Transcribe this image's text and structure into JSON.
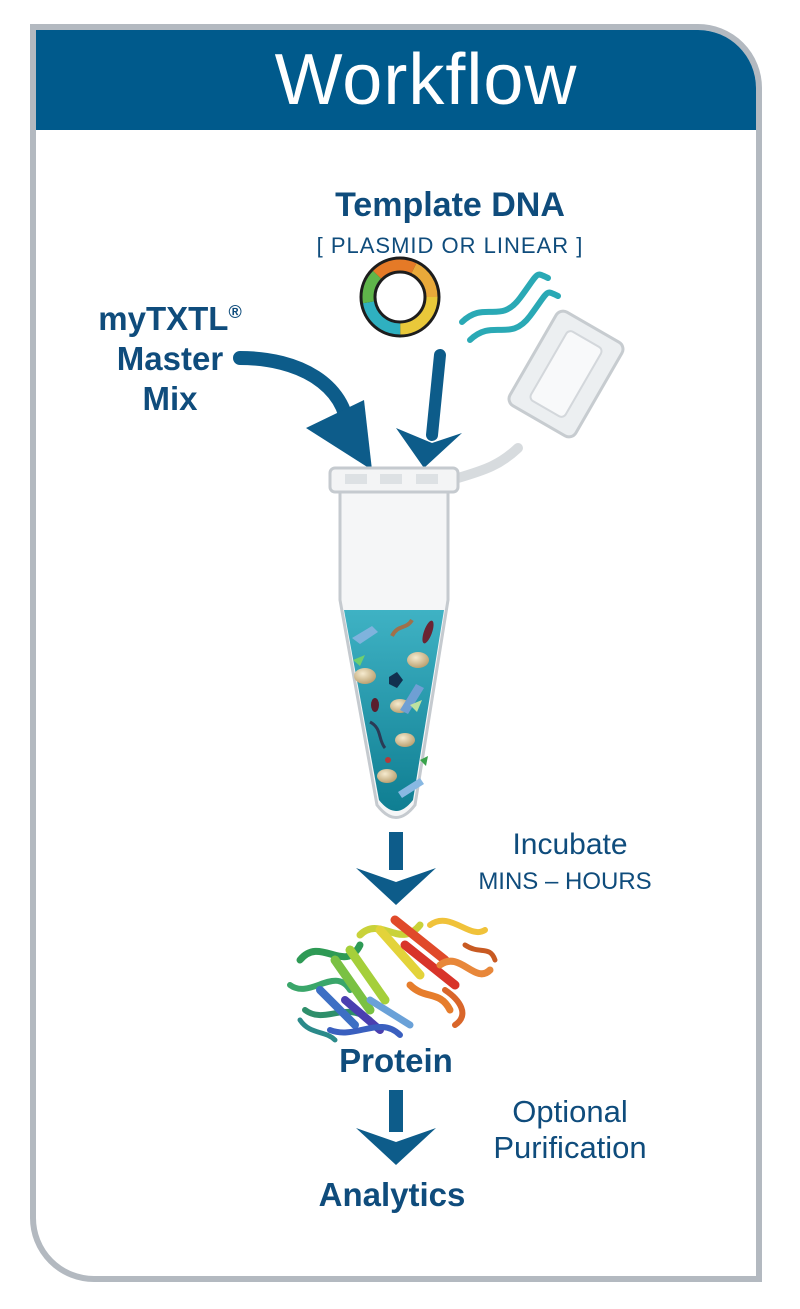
{
  "header": {
    "title": "Workflow"
  },
  "template_dna": {
    "title": "Template DNA",
    "subtitle": "[ PLASMID OR LINEAR ]"
  },
  "master_mix": {
    "line1": "myTXTL",
    "registered": "®",
    "line2": "Master",
    "line3": "Mix"
  },
  "incubate": {
    "label": "Incubate",
    "duration": "MINS – HOURS"
  },
  "protein": {
    "label": "Protein"
  },
  "purification": {
    "line1": "Optional",
    "line2": "Purification"
  },
  "analytics": {
    "label": "Analytics"
  },
  "colors": {
    "brand_blue": "#005a8c",
    "text_blue": "#0f4c7c",
    "frame_gray": "#b3b9c0",
    "teal": "#2aa9b5"
  }
}
